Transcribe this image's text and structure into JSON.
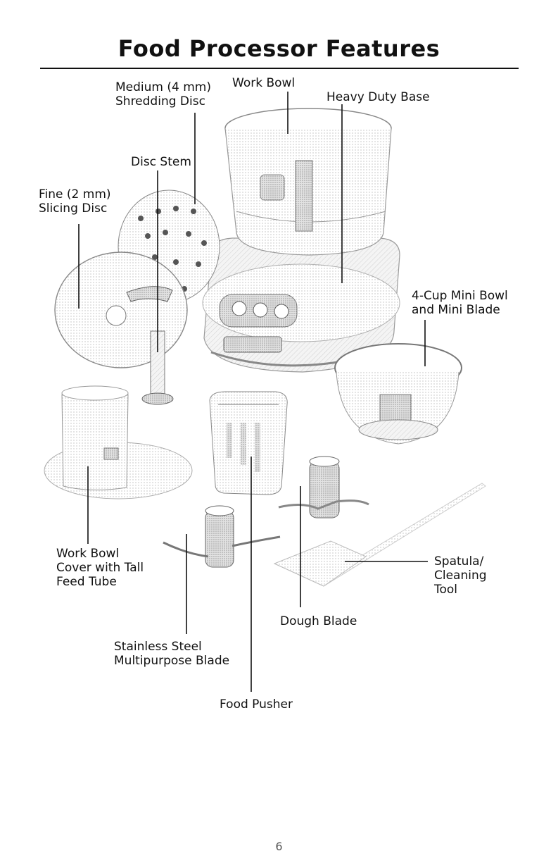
{
  "title": "Food Processor Features",
  "labels": {
    "shredding_disc": [
      "Medium (4 mm)",
      "Shredding Disc"
    ],
    "work_bowl": [
      "Work Bowl"
    ],
    "heavy_duty_base": [
      "Heavy Duty Base"
    ],
    "disc_stem": [
      "Disc Stem"
    ],
    "slicing_disc": [
      "Fine (2 mm)",
      "Slicing Disc"
    ],
    "mini_bowl": [
      "4-Cup Mini Bowl",
      "and Mini Blade"
    ],
    "bowl_cover": [
      "Work Bowl",
      "Cover with Tall",
      "Feed Tube"
    ],
    "spatula": [
      "Spatula/",
      "Cleaning",
      "Tool"
    ],
    "dough_blade": [
      "Dough Blade"
    ],
    "multipurpose_blade": [
      "Stainless Steel",
      "Multipurpose Blade"
    ],
    "food_pusher": [
      "Food Pusher"
    ]
  },
  "page_number": "6"
}
